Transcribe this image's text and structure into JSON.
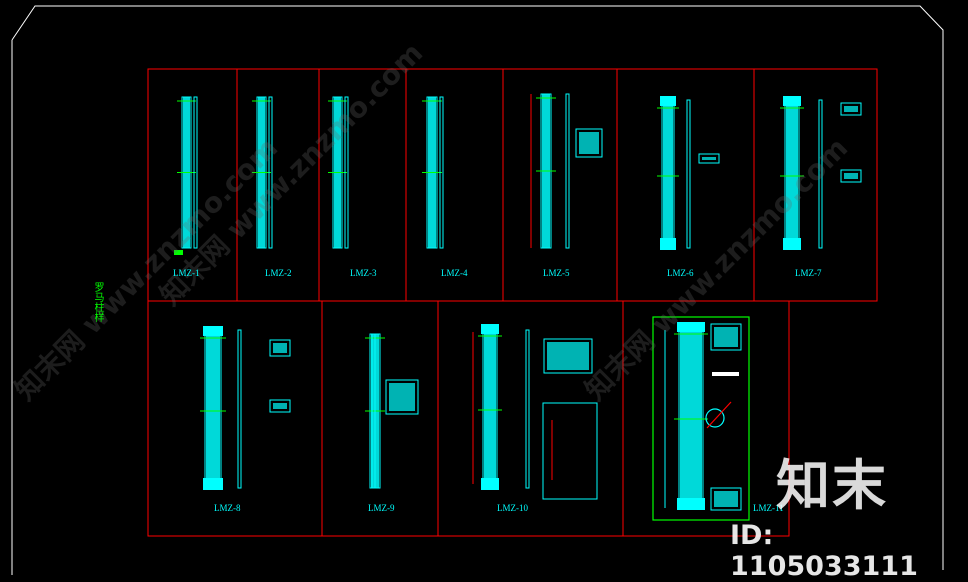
{
  "title_side": "罗马柱样",
  "panels_row1": [
    "LMZ-1",
    "LMZ-2",
    "LMZ-3",
    "LMZ-4",
    "LMZ-5",
    "LMZ-6",
    "LMZ-7"
  ],
  "panels_row2": [
    "LMZ-8",
    "LMZ-9",
    "LMZ-10",
    "LMZ-11"
  ],
  "watermark_site": "知末网 www.znzmo.com",
  "brand": "知末",
  "image_id": "ID: 1105033111",
  "colors": {
    "frame": "#ff0000",
    "column": "#00ffff",
    "dim": "#00ff00",
    "highlight": "#00ff00",
    "border": "#ffffff"
  }
}
